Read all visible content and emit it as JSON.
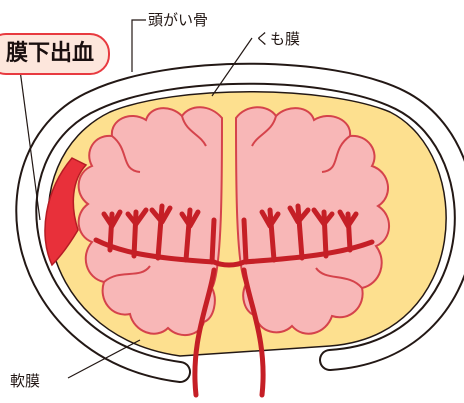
{
  "labels": {
    "skull": "頭がい骨",
    "arachnoid": "くも膜",
    "pia": "軟膜",
    "hemorrhage": "膜下出血"
  },
  "colors": {
    "skull_outline": "#231815",
    "csf_space": "#fde08f",
    "brain": "#f8b7b7",
    "brain_outline": "#d5434b",
    "vessels": "#c51f26",
    "hemorrhage": "#e8303a",
    "badge_fill": "#fde6dc",
    "badge_border": "#e83a40"
  }
}
